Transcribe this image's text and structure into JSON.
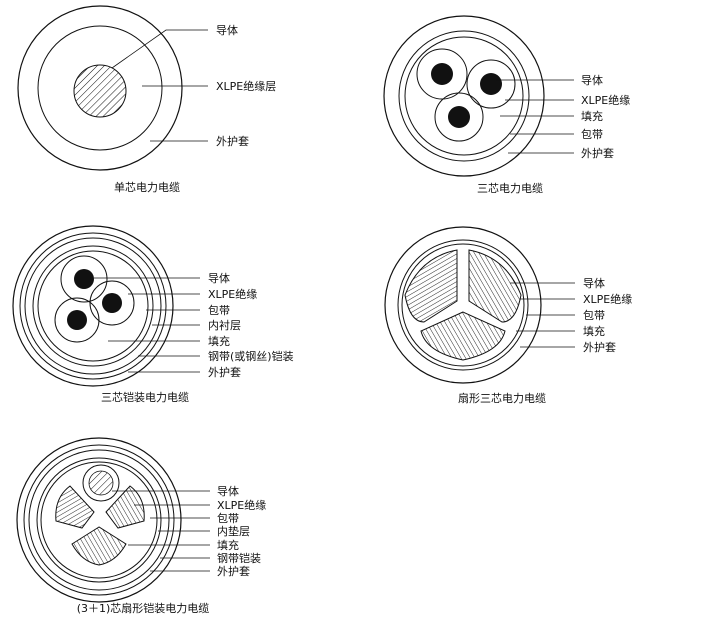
{
  "diagrams": {
    "single_core": {
      "caption": "单芯电力电缆",
      "labels": [
        "导体",
        "XLPE绝缘层",
        "外护套"
      ]
    },
    "three_core": {
      "caption": "三芯电力电缆",
      "labels": [
        "导体",
        "XLPE绝缘",
        "填充",
        "包带",
        "外护套"
      ]
    },
    "three_core_armored": {
      "caption": "三芯铠装电力电缆",
      "labels": [
        "导体",
        "XLPE绝缘",
        "包带",
        "内衬层",
        "填充",
        "钢带(或钢丝)铠装",
        "外护套"
      ]
    },
    "sector_three_core": {
      "caption": "扇形三芯电力电缆",
      "labels": [
        "导体",
        "XLPE绝缘",
        "包带",
        "填充",
        "外护套"
      ]
    },
    "sector_3plus1_armored": {
      "caption": "(3＋1)芯扇形铠装电力电缆",
      "labels": [
        "导体",
        "XLPE绝缘",
        "包带",
        "内垫层",
        "填充",
        "钢带铠装",
        "外护套"
      ]
    }
  },
  "colors": {
    "line": "#111111",
    "background": "#ffffff"
  }
}
